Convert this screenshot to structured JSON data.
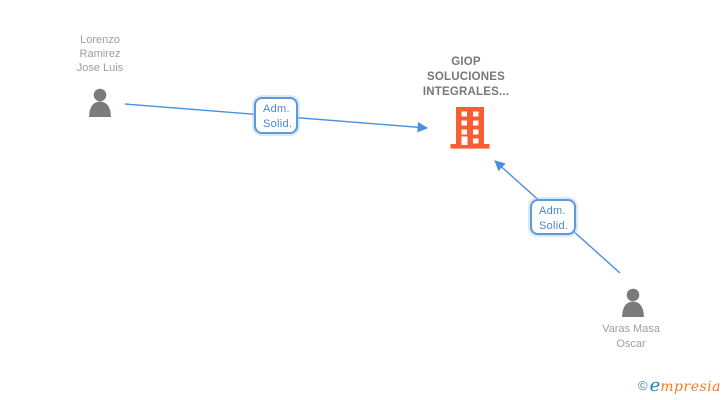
{
  "diagram": {
    "nodes": {
      "person1": {
        "type": "person",
        "name_lines": [
          "Lorenzo",
          "Ramirez",
          "Jose Luis"
        ]
      },
      "company": {
        "type": "company",
        "name_lines": [
          "GIOP",
          "SOLUCIONES",
          "INTEGRALES..."
        ]
      },
      "person2": {
        "type": "person",
        "name_lines": [
          "Varas Masa",
          "Oscar"
        ]
      }
    },
    "edges": [
      {
        "from": "Lorenzo Ramirez Jose Luis",
        "to": "GIOP SOLUCIONES INTEGRALES...",
        "label_lines": [
          "Adm.",
          "Solid."
        ]
      },
      {
        "from": "Varas Masa Oscar",
        "to": "GIOP SOLUCIONES INTEGRALES...",
        "label_lines": [
          "Adm.",
          "Solid."
        ]
      }
    ],
    "icons": {
      "person": "person-silhouette-icon",
      "company": "building-icon"
    }
  },
  "logo": {
    "copyright_symbol": "©",
    "initial": "e",
    "rest": "mpresia"
  },
  "colors": {
    "background": "#ffffff",
    "person_icon": "#7b7b7b",
    "person_label": "#9e9e9e",
    "company_label": "#787878",
    "building_icon": "#f95d31",
    "edge_line": "#4a8fdf",
    "edge_box_border": "#5b9bd8",
    "edge_box_text": "#4a86ce",
    "logo_teal": "#2f8fa0",
    "logo_blue": "#1e82b4",
    "logo_orange": "#ef7d23"
  }
}
